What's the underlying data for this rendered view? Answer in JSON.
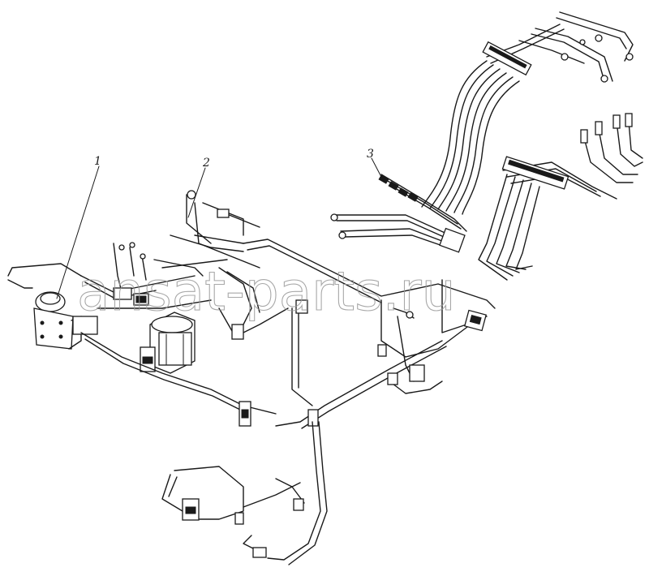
{
  "figure": {
    "callouts": [
      {
        "id": "1",
        "label": "1"
      },
      {
        "id": "2",
        "label": "2"
      },
      {
        "id": "3",
        "label": "3"
      }
    ],
    "watermark": "ansat-parts.ru"
  },
  "colors": {
    "line": "#1a1a1a",
    "watermark": "#9a9a9a",
    "background": "#ffffff"
  }
}
